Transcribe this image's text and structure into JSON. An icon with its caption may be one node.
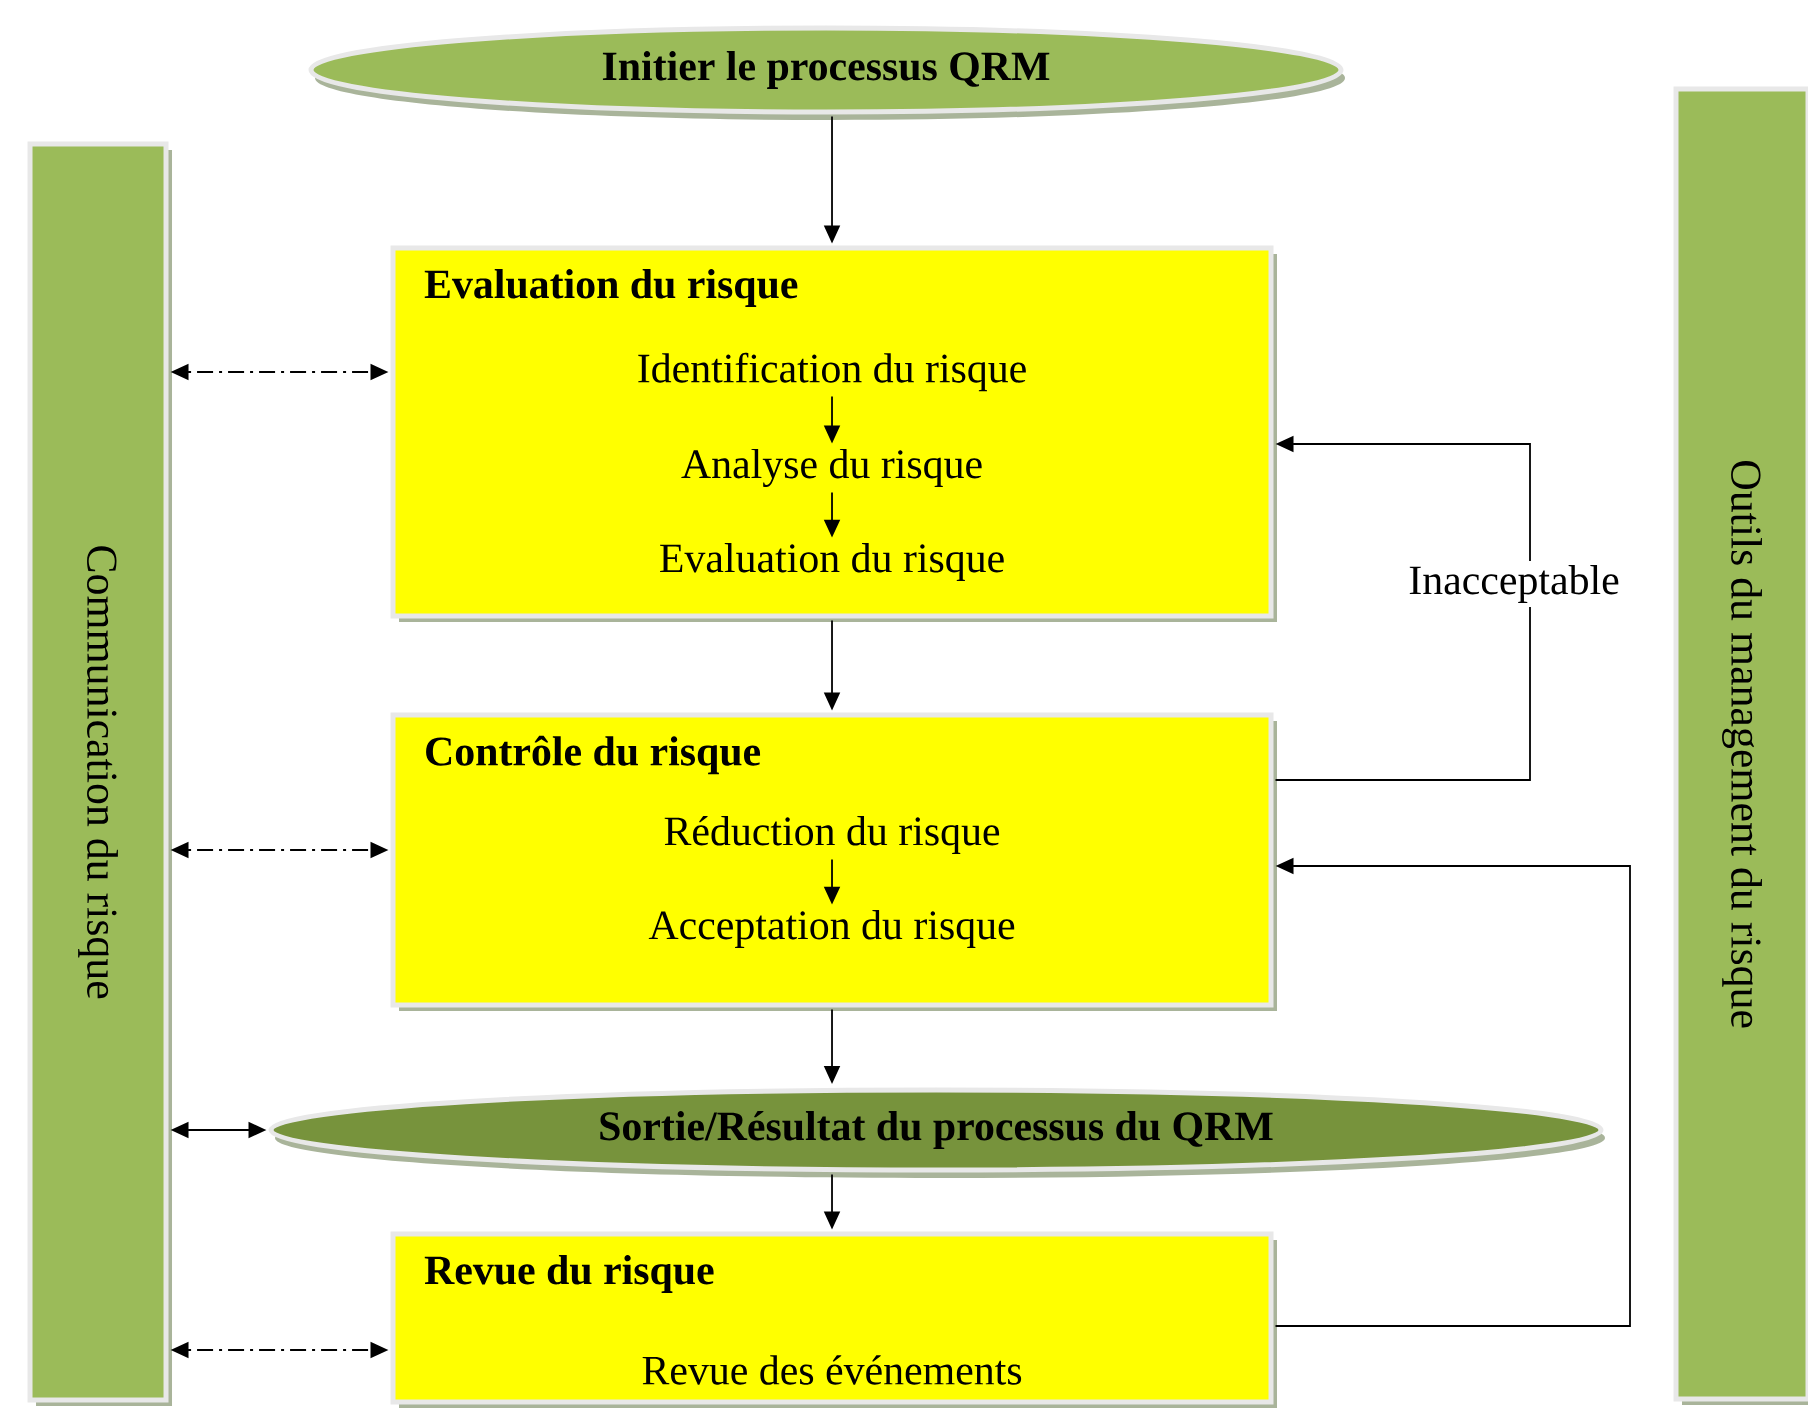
{
  "diagram": {
    "nodes": [
      {
        "text": [
          "Initier le processus QRM"
        ]
      },
      {
        "text": [
          "Communication du risque"
        ]
      },
      {
        "text": [
          "Outils du management du risque"
        ]
      },
      {
        "text": [
          "Evaluation du risque"
        ]
      },
      {
        "text": [
          "Identification du risque"
        ],
        "in": 3
      },
      {
        "text": [
          "Analyse du risque"
        ],
        "in": 3
      },
      {
        "text": [
          "Evaluation du risque"
        ],
        "in": 3
      },
      {
        "text": [
          "Contrôle du risque"
        ]
      },
      {
        "text": [
          "Réduction du risque"
        ],
        "in": 7
      },
      {
        "text": [
          "Acceptation du risque"
        ],
        "in": 7
      },
      {
        "text": [
          "Sortie/Résultat du processus du QRM"
        ]
      },
      {
        "text": [
          "Revue du risque",
          "Revue des événements"
        ]
      }
    ],
    "edges": [
      {
        "from": 0,
        "to": 3,
        "arrow": "to"
      },
      {
        "from": 4,
        "to": 5,
        "arrow": "to"
      },
      {
        "from": 5,
        "to": 6,
        "arrow": "to"
      },
      {
        "from": 3,
        "to": 7,
        "arrow": "to"
      },
      {
        "from": 8,
        "to": 9,
        "arrow": "to"
      },
      {
        "from": 7,
        "to": 10,
        "arrow": "to"
      },
      {
        "from": 10,
        "to": 11,
        "arrow": "to"
      },
      {
        "from": 7,
        "to": 3,
        "arrow": "to",
        "label": "Inacceptable"
      },
      {
        "from": 11,
        "to": 7,
        "arrow": "to"
      },
      {
        "from": 1,
        "to": 3,
        "arrow": "both",
        "style": "dashed"
      },
      {
        "from": 1,
        "to": 7,
        "arrow": "both",
        "style": "dashed"
      },
      {
        "from": 1,
        "to": 10,
        "arrow": "both"
      },
      {
        "from": 1,
        "to": 11,
        "arrow": "both",
        "style": "dashed"
      }
    ]
  }
}
